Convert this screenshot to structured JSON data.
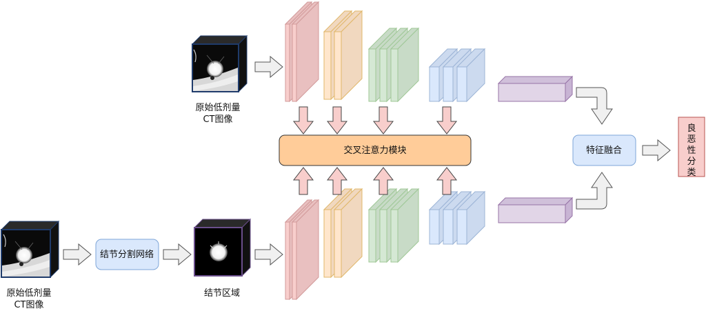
{
  "diagram": {
    "top_input": {
      "label_line1": "原始低剂量",
      "label_line2": "CT图像"
    },
    "bottom_input": {
      "label_line1": "原始低剂量",
      "label_line2": "CT图像"
    },
    "segmentation_network": {
      "label": "结节分割网络"
    },
    "nodule_region": {
      "label": "结节区域"
    },
    "cross_attention_module": {
      "label": "交叉注意力模块"
    },
    "feature_fusion": {
      "label": "特征融合"
    },
    "classification": {
      "label": "良恶性分类",
      "chars": [
        "良",
        "恶",
        "性",
        "分",
        "类"
      ]
    },
    "feature_stages": [
      {
        "name": "stage-1",
        "layers": 2,
        "color_front": "#f8cecc",
        "color_side": "#e9c0c0",
        "stroke": "#d29a9a"
      },
      {
        "name": "stage-2",
        "layers": 2,
        "color_front": "#ffe6cc",
        "color_side": "#f1d8bf",
        "stroke": "#e0b76a"
      },
      {
        "name": "stage-3",
        "layers": 3,
        "color_front": "#d5e8d4",
        "color_side": "#c8dbc7",
        "stroke": "#9fc796"
      },
      {
        "name": "stage-4",
        "layers": 3,
        "color_front": "#dae8fc",
        "color_side": "#ccdaef",
        "stroke": "#9cb4d6"
      }
    ],
    "colors": {
      "attention_fill": "#ffcc99",
      "attention_stroke": "#333333",
      "pink_arrow_fill": "#f8cecc",
      "gray_arrow_fill": "#f0f0f0",
      "gray_arrow_stroke": "#555555",
      "blue_box_fill": "#dae8fc",
      "blue_box_stroke": "#7ea6d8",
      "class_box_fill": "#f8cecc",
      "class_box_stroke": "#b85450",
      "vector_fill": "#e1d5e7",
      "vector_stroke": "#9673a6"
    }
  }
}
